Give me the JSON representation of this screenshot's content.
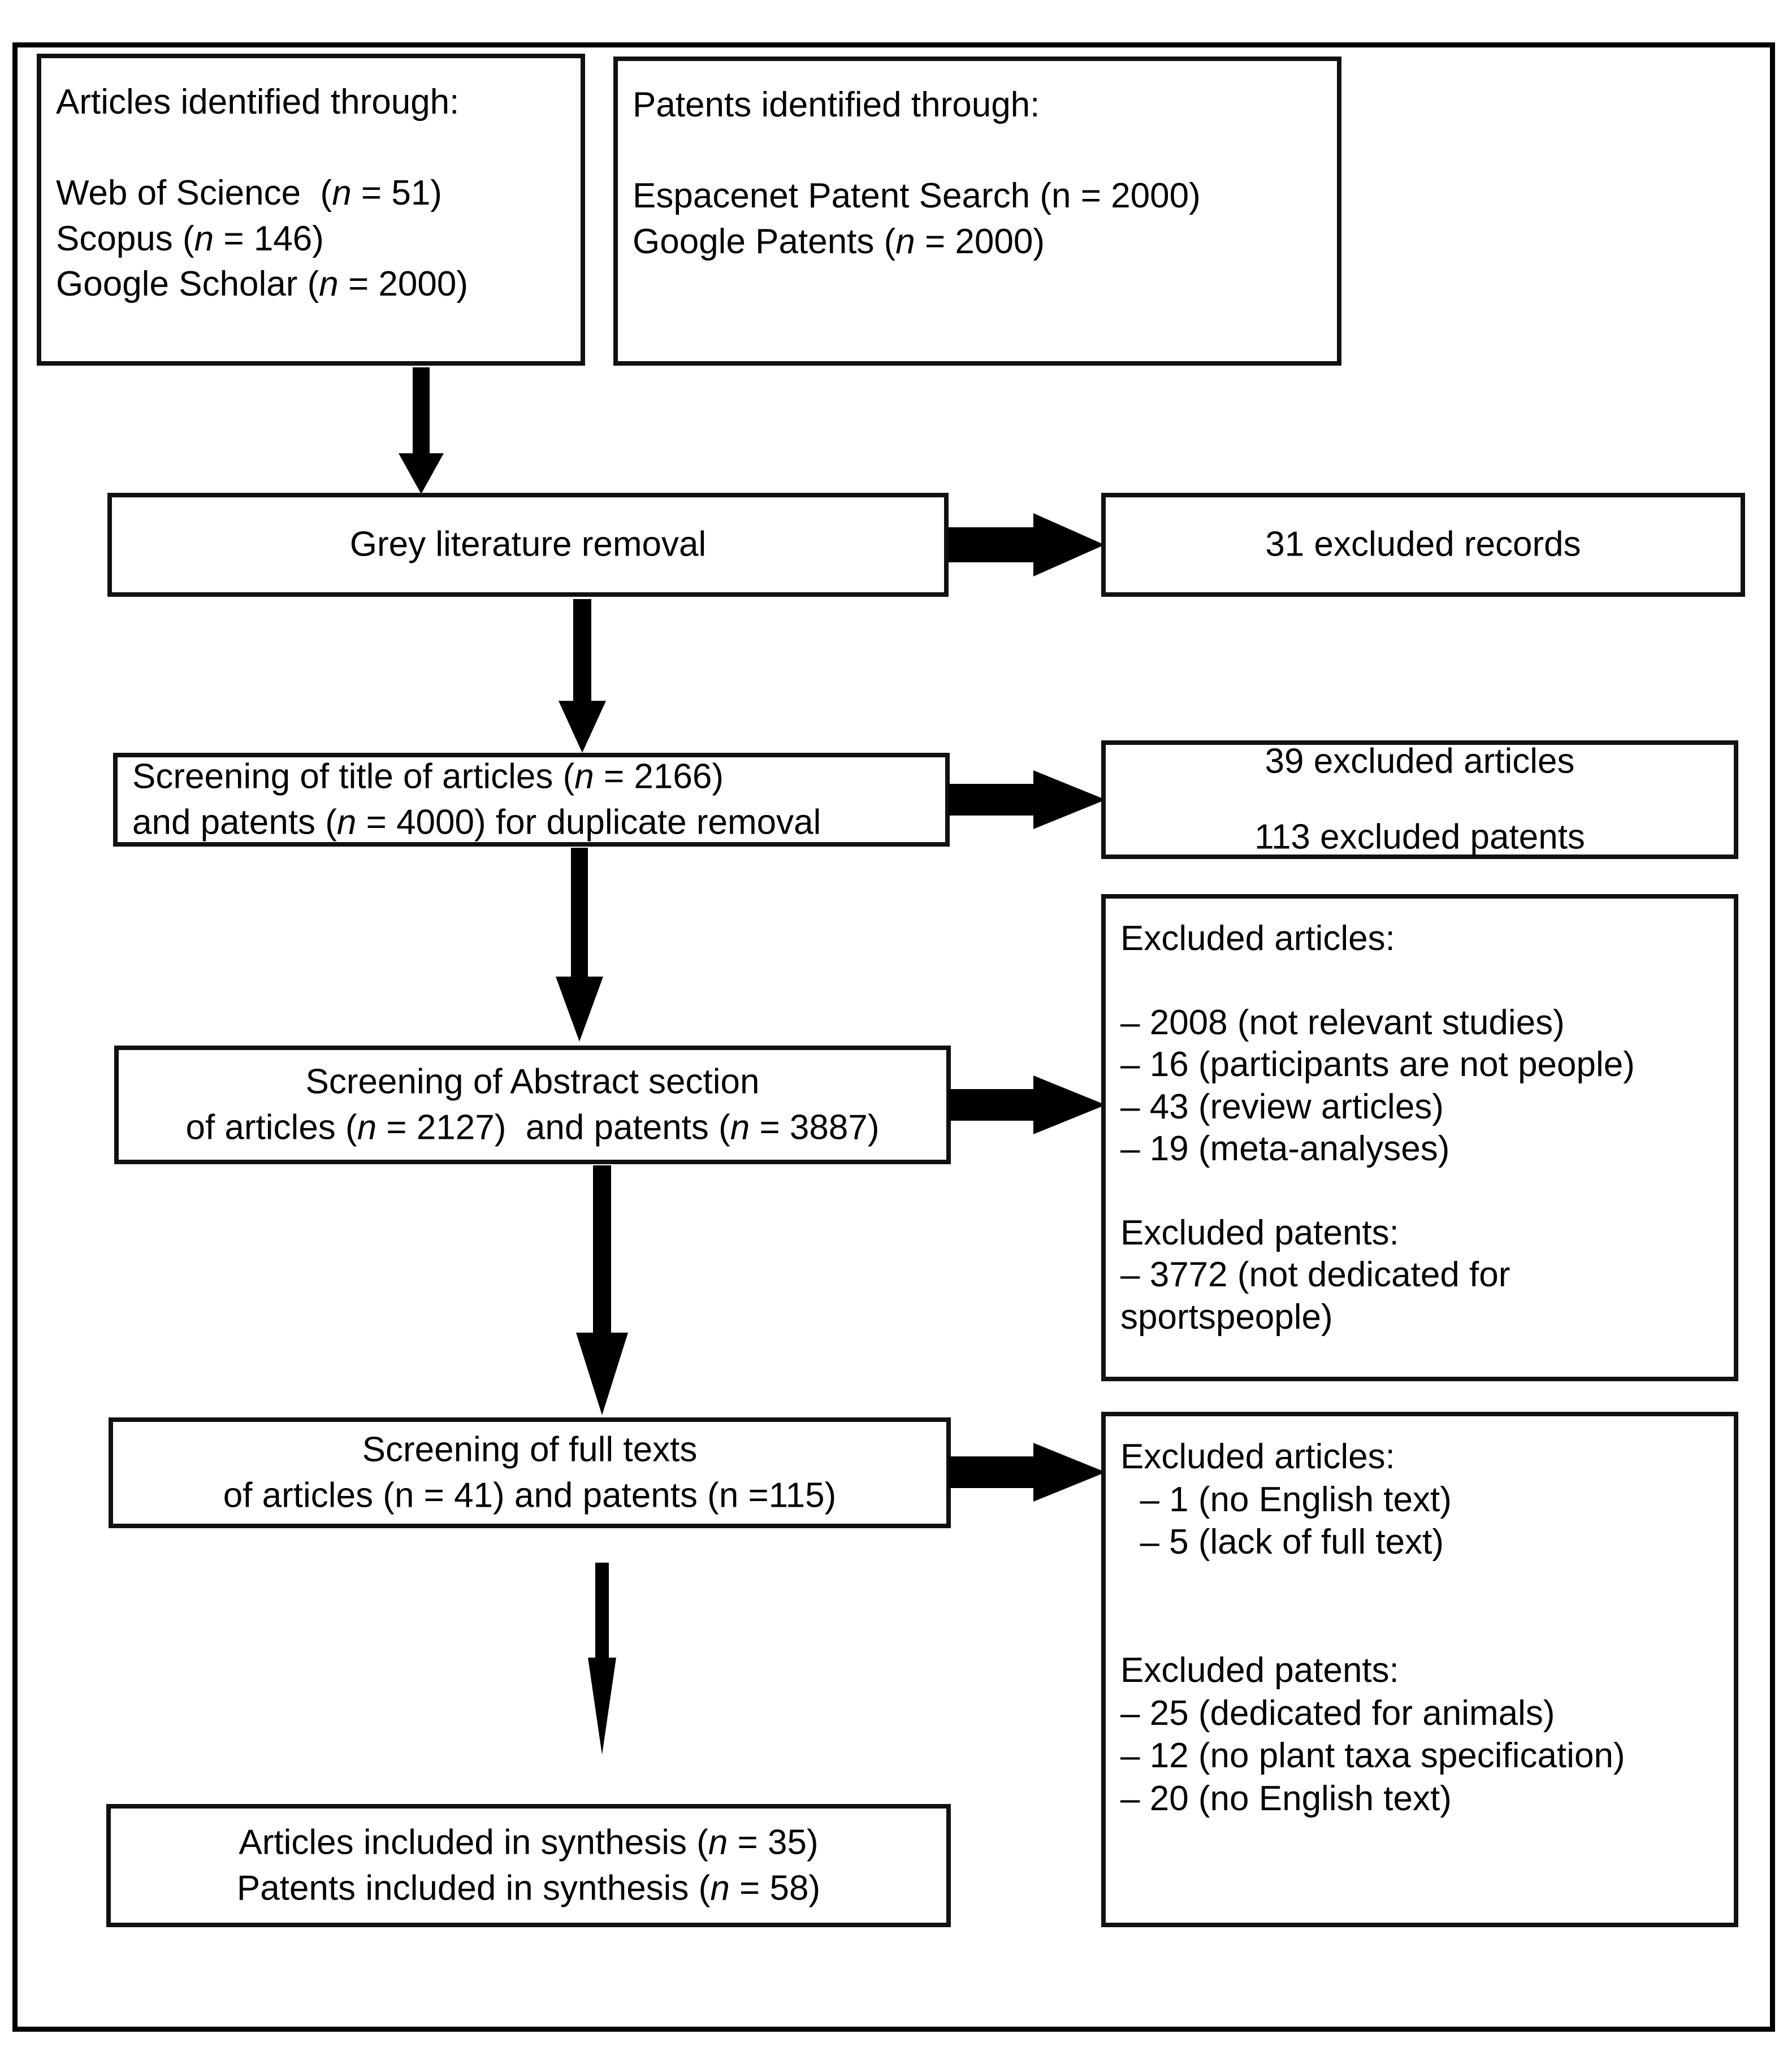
{
  "diagram": {
    "type": "prisma-flow-diagram",
    "nodes": {
      "articles_identified": {
        "title": "Articles identified through:",
        "lines": [
          "Web of Science  (n = 51)",
          "Scopus (n = 146)",
          "Google Scholar (n = 2000)"
        ],
        "text": "Articles identified through:\n\nWeb of Science  (n = 51)\nScopus (n = 146)\nGoogle Scholar (n = 2000)"
      },
      "patents_identified": {
        "title": "Patents identified through:",
        "lines": [
          "Espacenet Patent Search (n = 2000)",
          "Google Patents (n = 2000)"
        ],
        "text": "Patents identified through:\n\nEspacenet Patent Search (n = 2000)\nGoogle Patents (n = 2000)"
      },
      "grey_literature_removal": {
        "text": "Grey literature removal"
      },
      "excluded_records": {
        "text": "31 excluded records",
        "count": 31
      },
      "screening_title": {
        "text": "Screening of title of articles (n = 2166)\nand patents (n = 4000) for duplicate removal",
        "articles_n": 2166,
        "patents_n": 4000
      },
      "excluded_title_stage": {
        "text": "39 excluded articles\n\n113 excluded patents",
        "excluded_articles": 39,
        "excluded_patents": 113
      },
      "screening_abstract": {
        "text": "Screening of Abstract section\nof articles (n = 2127)  and patents (n = 3887)",
        "articles_n": 2127,
        "patents_n": 3887
      },
      "excluded_abstract_stage": {
        "articles_heading": "Excluded articles:",
        "articles_items": [
          "– 2008 (not relevant studies)",
          "– 16 (participants are not people)",
          "– 43 (review articles)",
          "– 19 (meta-analyses)"
        ],
        "patents_heading": "Excluded patents:",
        "patents_items": [
          "– 3772 (not dedicated for",
          "sportspeople)"
        ],
        "text": "Excluded articles:\n\n– 2008 (not relevant studies)\n– 16 (participants are not people)\n– 43 (review articles)\n– 19 (meta-analyses)\n\nExcluded patents:\n– 3772 (not dedicated for\nsportspeople)"
      },
      "screening_fulltext": {
        "text": "Screening of full texts\nof articles (n = 41) and patents (n =115)",
        "articles_n": 41,
        "patents_n": 115
      },
      "excluded_fulltext_stage": {
        "articles_heading": "Excluded articles:",
        "articles_items": [
          "– 1 (no English text)",
          "– 5 (lack of full text)"
        ],
        "patents_heading": "Excluded patents:",
        "patents_items": [
          "– 25 (dedicated for animals)",
          "– 12 (no plant taxa specification)",
          "– 20 (no English text)"
        ],
        "text": "Excluded articles:\n  – 1 (no English text)\n  – 5 (lack of full text)\n\n\nExcluded patents:\n– 25 (dedicated for animals)\n– 12 (no plant taxa specification)\n– 20 (no English text)"
      },
      "included_synthesis": {
        "text": "Articles included in synthesis (n = 35)\nPatents included in synthesis (n = 58)",
        "articles_n": 35,
        "patents_n": 58
      }
    },
    "colors": {
      "stroke": "#000000",
      "fill": "#ffffff",
      "text": "#000000"
    }
  }
}
